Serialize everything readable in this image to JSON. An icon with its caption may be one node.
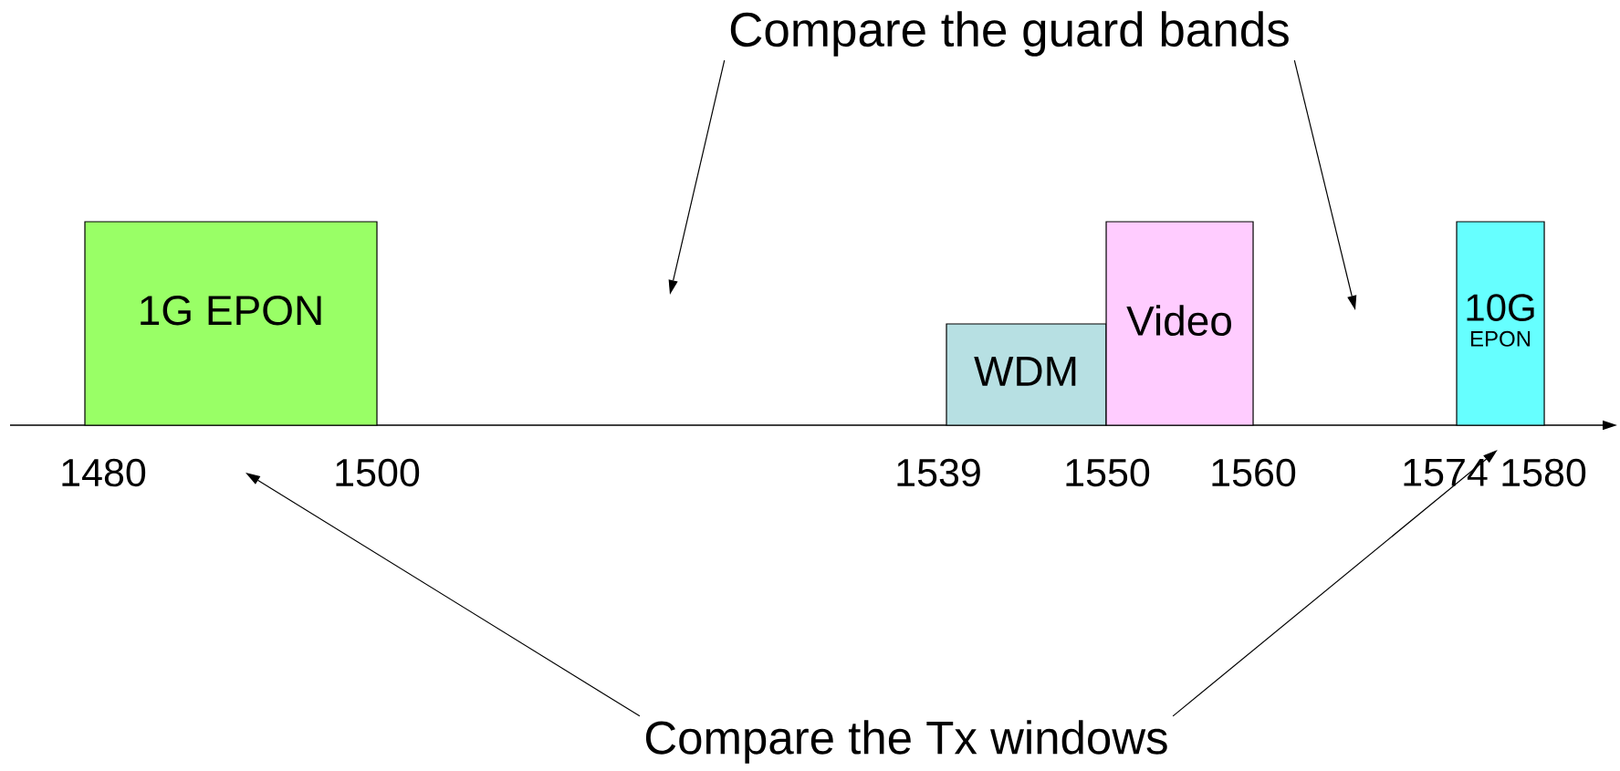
{
  "diagram": {
    "nodes": [
      {
        "text": [
          "1G EPON"
        ]
      },
      {
        "text": [
          "WDM"
        ]
      },
      {
        "text": [
          "Video"
        ]
      },
      {
        "text": [
          "10G",
          "EPON"
        ]
      },
      {
        "text": [
          "Compare the guard bands"
        ]
      },
      {
        "text": [
          "Compare the Tx windows"
        ]
      },
      {
        "text": [
          "1574"
        ]
      }
    ],
    "edges": [
      {
        "from": 4,
        "to": null,
        "arrow": "to"
      },
      {
        "from": 4,
        "to": null,
        "arrow": "to"
      },
      {
        "from": 5,
        "to": null,
        "arrow": "to"
      },
      {
        "from": 5,
        "to": 6,
        "arrow": "to"
      }
    ],
    "labels": [
      "1480",
      "1500",
      "1539",
      "1550",
      "1560",
      "1580"
    ]
  }
}
